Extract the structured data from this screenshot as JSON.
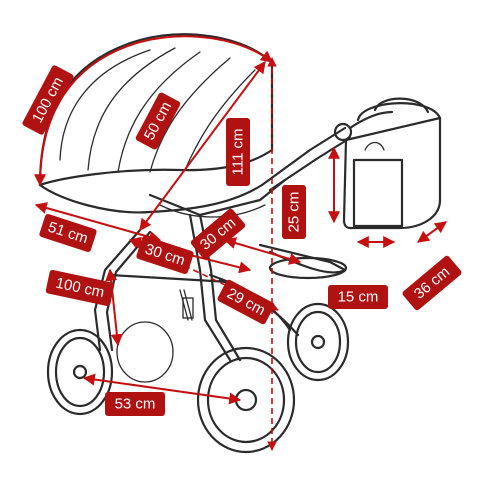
{
  "diagram": {
    "accent_color": "#b01212",
    "label_text_color": "#ffffff",
    "outline_color": "#2b2b2b",
    "dimensions": {
      "canopy_arc": "100 cm",
      "canopy_width": "50 cm",
      "total_height": "111 cm",
      "carrycot_length": "51 cm",
      "seat_width": "30 cm",
      "seat_depth": "30 cm",
      "bag_height": "25 cm",
      "seat_length": "29 cm",
      "handle_height": "100 cm",
      "wheelbase": "53 cm",
      "bag_width": "15 cm",
      "bag_depth": "36 cm"
    }
  }
}
